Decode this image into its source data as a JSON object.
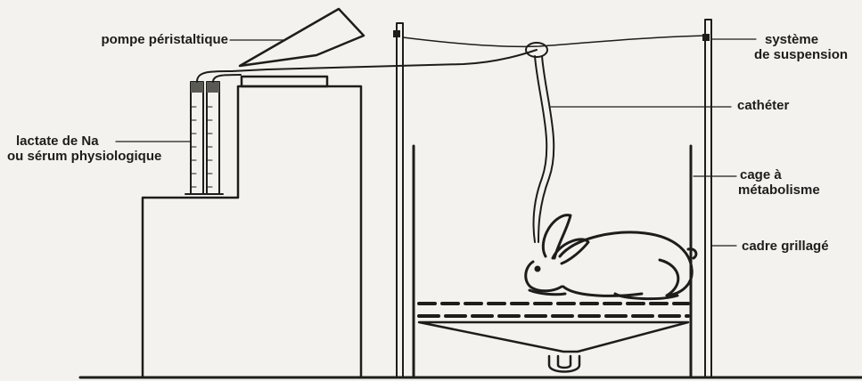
{
  "labels": {
    "pump": "pompe péristaltique",
    "suspension_line1": "système",
    "suspension_line2": "de suspension",
    "catheter": "cathéter",
    "lactate_line1": "lactate de Na",
    "lactate_line2": "ou sérum physiologique",
    "cage_line1": "cage à",
    "cage_line2": "métabolisme",
    "frame": "cadre grillagé"
  },
  "colors": {
    "ink": "#1d1d1b",
    "paper": "#f4f2ee"
  }
}
